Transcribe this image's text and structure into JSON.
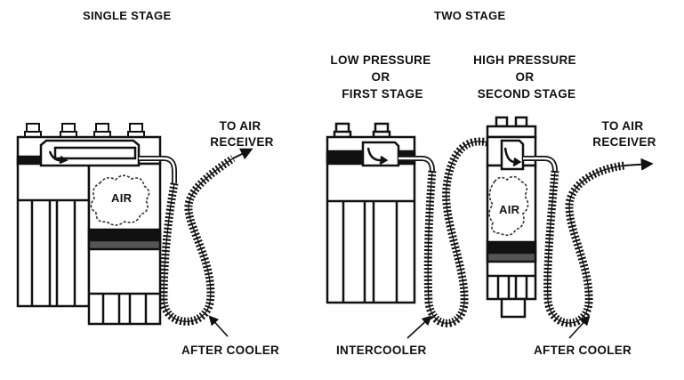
{
  "diagram": {
    "single": {
      "title": "SINGLE STAGE",
      "air_label": "AIR",
      "receiver_label": [
        "TO AIR",
        "RECEIVER"
      ],
      "cooler_label": "AFTER COOLER"
    },
    "two": {
      "title": "TWO STAGE",
      "low_label": [
        "LOW PRESSURE",
        "OR",
        "FIRST STAGE"
      ],
      "high_label": [
        "HIGH PRESSURE",
        "OR",
        "SECOND STAGE"
      ],
      "air_label": "AIR",
      "receiver_label": [
        "TO AIR",
        "RECEIVER"
      ],
      "intercooler_label": "INTERCOOLER",
      "cooler_label": "AFTER COOLER"
    }
  }
}
